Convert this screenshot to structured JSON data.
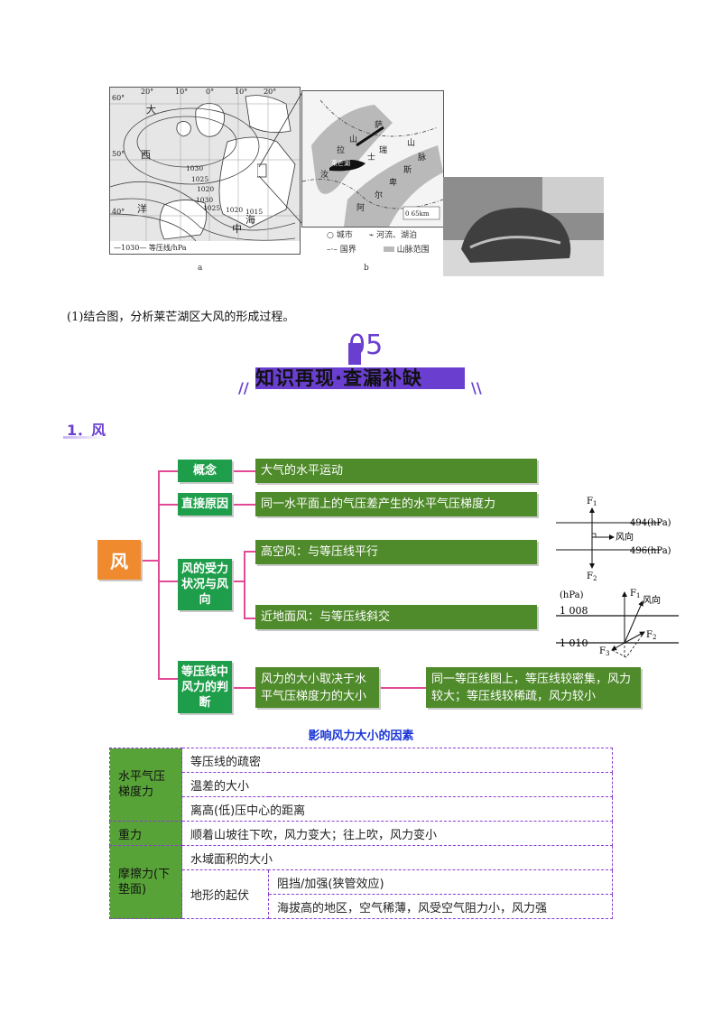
{
  "figure": {
    "a": {
      "lon_labels": [
        "20°",
        "10°",
        "0°",
        "10°",
        "20°"
      ],
      "lat_labels": [
        "60°",
        "50°",
        "40°"
      ],
      "place_labels": [
        "大",
        "西",
        "洋",
        "中",
        "海"
      ],
      "isobar_labels": [
        "1030",
        "1025",
        "1020",
        "1030",
        "1025",
        "1020",
        "1015"
      ],
      "legend": "—1030— 等压线/hPa",
      "caption": "a"
    },
    "b": {
      "map_labels": [
        "莱芒湖",
        "萨",
        "瑞",
        "士",
        "拉",
        "山",
        "汝",
        "阿",
        "尔",
        "卑",
        "斯",
        "脉",
        "山"
      ],
      "scale": "0    65km",
      "legend": [
        "城市",
        "河流、湖泊",
        "国界",
        "山脉范围"
      ],
      "caption": "b"
    }
  },
  "question": "(1)结合图，分析莱芒湖区大风的形成过程。",
  "section": {
    "number": "05",
    "title": "知识再现·查漏补缺",
    "left_slash": "//",
    "right_slash": "\\\\"
  },
  "heading1": "1．风",
  "mindmap": {
    "root": "风",
    "concept_label": "概念",
    "concept_text": "大气的水平运动",
    "cause_label": "直接原因",
    "cause_text": "同一水平面上的气压差产生的水平气压梯度力",
    "force_label": "风的受力状况与风向",
    "high_text": "高空风：与等压线平行",
    "low_text": "近地面风：与等压线斜交",
    "judge_label": "等压线中风力的判断",
    "judge_text": "风力的大小取决于水平气压梯度力的大小",
    "judge_detail": "同一等压线图上，等压线较密集，风力较大；等压线较稀疏，风力较小"
  },
  "diagram1": {
    "f1": "F",
    "f1_sub": "1",
    "f2": "F",
    "f2_sub": "2",
    "upper": "494(hPa)",
    "lower": "496(hPa)",
    "wind": "风向"
  },
  "diagram2": {
    "unit": "(hPa)",
    "upper": "1 008",
    "lower": "1 010",
    "f1": "F",
    "f1_sub": "1",
    "f2": "F",
    "f2_sub": "2",
    "f3": "F",
    "f3_sub": "3",
    "wind": "风向"
  },
  "table": {
    "title": "影响风力大小的因素",
    "rows": {
      "pgf": "水平气压梯度力",
      "pgf_items": [
        "等压线的疏密",
        "温差的大小",
        "离高(低)压中心的距离"
      ],
      "gravity": "重力",
      "gravity_item": "顺着山坡往下吹，风力变大；往上吹，风力变小",
      "friction": "摩擦力(下垫面)",
      "friction_item1": "水域面积的大小",
      "terrain": "地形的起伏",
      "terrain_items": [
        "阻挡/加强(狭管效应)",
        "海拔高的地区，空气稀薄，风受空气阻力小，风力强"
      ]
    }
  },
  "colors": {
    "purple": "#6a3fd0",
    "orange": "#ef8a2e",
    "green_label": "#1e9e4a",
    "green_box": "#4f8a2b",
    "pink_line": "#e24a95",
    "table_title": "#1a35d6"
  }
}
